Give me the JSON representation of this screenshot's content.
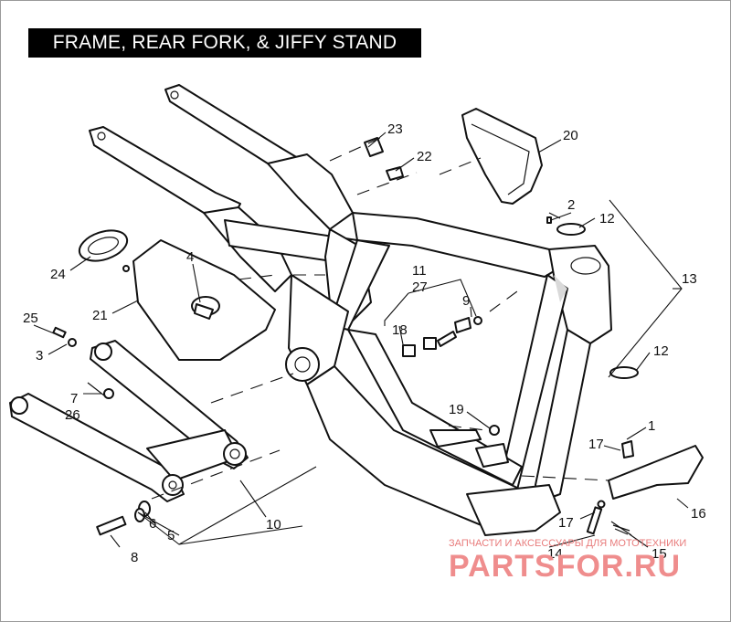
{
  "title": "FRAME, REAR FORK, & JIFFY STAND",
  "callouts": {
    "c1": "1",
    "c2": "2",
    "c3": "3",
    "c4": "4",
    "c5": "5",
    "c6": "6",
    "c7": "7",
    "c8": "8",
    "c9": "9",
    "c10": "10",
    "c11": "11",
    "c12a": "12",
    "c12b": "12",
    "c13": "13",
    "c14": "14",
    "c15": "15",
    "c16": "16",
    "c17a": "17",
    "c17b": "17",
    "c18": "18",
    "c19": "19",
    "c20": "20",
    "c21": "21",
    "c22": "22",
    "c23": "23",
    "c24": "24",
    "c25": "25",
    "c26": "26",
    "c27": "27"
  },
  "watermark": {
    "tagline": "ЗАПЧАСТИ И АКСЕССУАРЫ ДЛЯ МОТОТЕХНИКИ",
    "logo": "PARTSFOR.RU",
    "color": "#ee8a8a"
  },
  "colors": {
    "title_bg": "#000000",
    "title_fg": "#ffffff",
    "ink": "#111111"
  }
}
